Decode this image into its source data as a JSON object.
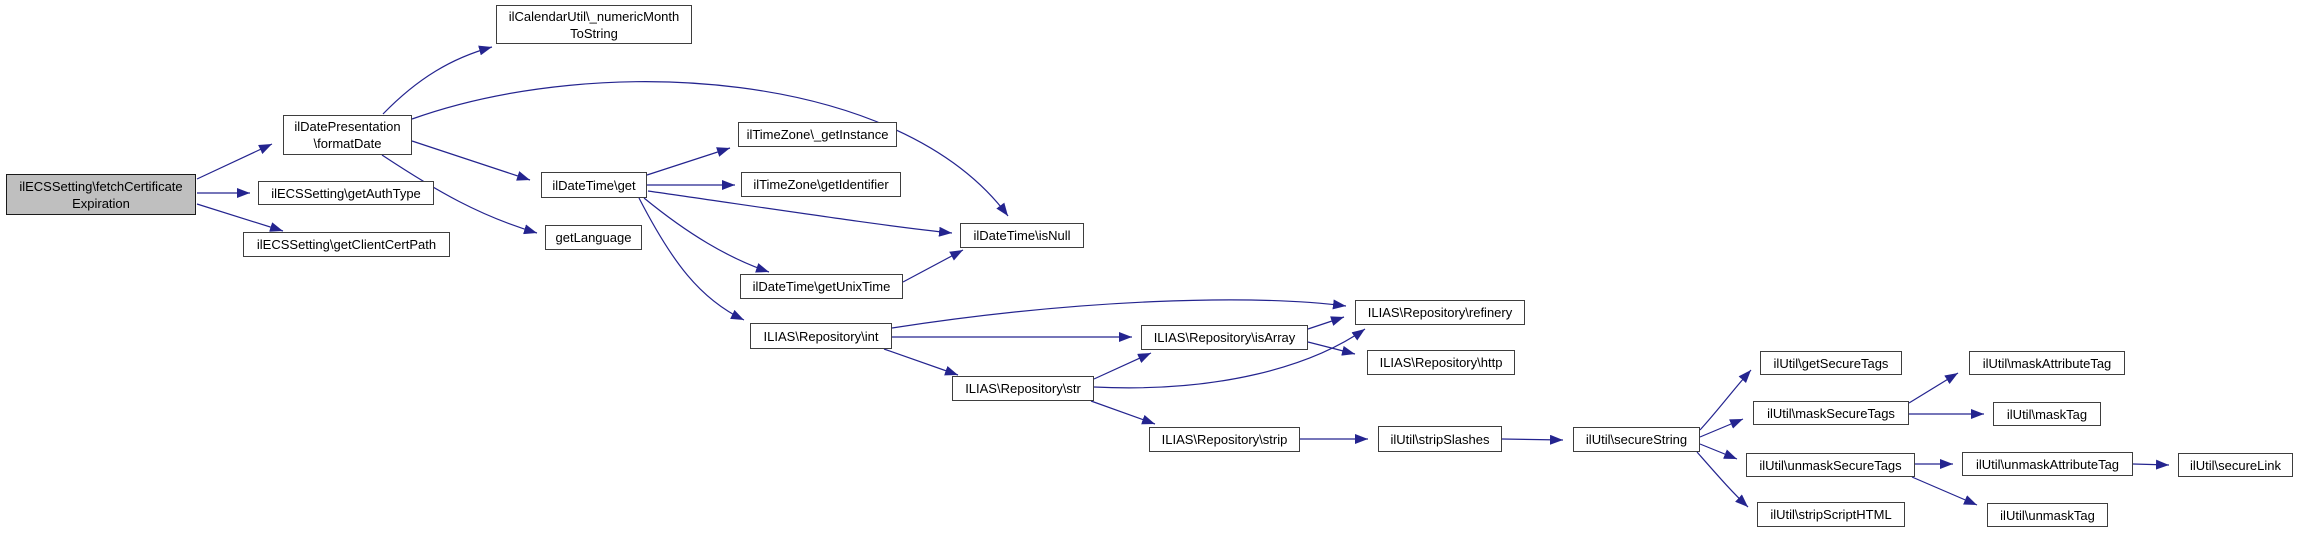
{
  "diagram": {
    "kind": "call-graph",
    "colors": {
      "background": "#ffffff",
      "edge": "#24248f",
      "node_border": "#3e3e3e",
      "node_fill": "#ffffff",
      "highlighted_node_fill": "#bfbfbf",
      "text": "#000000"
    },
    "nodes": {
      "fetchCertificateExpiration": {
        "label": "ilECSSetting\\fetchCertificate\nExpiration",
        "highlighted": true
      },
      "formatDate": {
        "label": "ilDatePresentation\n\\formatDate"
      },
      "numericMonthToString": {
        "label": "ilCalendarUtil\\_numericMonth\nToString"
      },
      "getAuthType": {
        "label": "ilECSSetting\\getAuthType"
      },
      "getClientCertPath": {
        "label": "ilECSSetting\\getClientCertPath"
      },
      "get": {
        "label": "ilDateTime\\get"
      },
      "getLanguage": {
        "label": "getLanguage"
      },
      "getInstance": {
        "label": "ilTimeZone\\_getInstance"
      },
      "getIdentifier": {
        "label": "ilTimeZone\\getIdentifier"
      },
      "isNull": {
        "label": "ilDateTime\\isNull"
      },
      "getUnixTime": {
        "label": "ilDateTime\\getUnixTime"
      },
      "int": {
        "label": "ILIAS\\Repository\\int"
      },
      "str": {
        "label": "ILIAS\\Repository\\str"
      },
      "isArray": {
        "label": "ILIAS\\Repository\\isArray"
      },
      "refinery": {
        "label": "ILIAS\\Repository\\refinery"
      },
      "http": {
        "label": "ILIAS\\Repository\\http"
      },
      "strip": {
        "label": "ILIAS\\Repository\\strip"
      },
      "stripSlashes": {
        "label": "ilUtil\\stripSlashes"
      },
      "secureString": {
        "label": "ilUtil\\secureString"
      },
      "getSecureTags": {
        "label": "ilUtil\\getSecureTags"
      },
      "maskSecureTags": {
        "label": "ilUtil\\maskSecureTags"
      },
      "unmaskSecureTags": {
        "label": "ilUtil\\unmaskSecureTags"
      },
      "stripScriptHTML": {
        "label": "ilUtil\\stripScriptHTML"
      },
      "maskAttributeTag": {
        "label": "ilUtil\\maskAttributeTag"
      },
      "maskTag": {
        "label": "ilUtil\\maskTag"
      },
      "unmaskAttributeTag": {
        "label": "ilUtil\\unmaskAttributeTag"
      },
      "secureLink": {
        "label": "ilUtil\\secureLink"
      },
      "unmaskTag": {
        "label": "ilUtil\\unmaskTag"
      }
    },
    "edges": [
      {
        "from": "fetchCertificateExpiration",
        "to": "formatDate"
      },
      {
        "from": "fetchCertificateExpiration",
        "to": "getAuthType"
      },
      {
        "from": "fetchCertificateExpiration",
        "to": "getClientCertPath"
      },
      {
        "from": "formatDate",
        "to": "numericMonthToString"
      },
      {
        "from": "formatDate",
        "to": "isNull"
      },
      {
        "from": "formatDate",
        "to": "get"
      },
      {
        "from": "formatDate",
        "to": "getLanguage"
      },
      {
        "from": "get",
        "to": "getInstance"
      },
      {
        "from": "get",
        "to": "getIdentifier"
      },
      {
        "from": "get",
        "to": "isNull"
      },
      {
        "from": "get",
        "to": "getUnixTime"
      },
      {
        "from": "get",
        "to": "int"
      },
      {
        "from": "getUnixTime",
        "to": "isNull"
      },
      {
        "from": "int",
        "to": "refinery"
      },
      {
        "from": "int",
        "to": "isArray"
      },
      {
        "from": "int",
        "to": "str"
      },
      {
        "from": "str",
        "to": "isArray"
      },
      {
        "from": "str",
        "to": "refinery"
      },
      {
        "from": "str",
        "to": "strip"
      },
      {
        "from": "isArray",
        "to": "refinery"
      },
      {
        "from": "isArray",
        "to": "http"
      },
      {
        "from": "strip",
        "to": "stripSlashes"
      },
      {
        "from": "stripSlashes",
        "to": "secureString"
      },
      {
        "from": "secureString",
        "to": "getSecureTags"
      },
      {
        "from": "secureString",
        "to": "maskSecureTags"
      },
      {
        "from": "secureString",
        "to": "unmaskSecureTags"
      },
      {
        "from": "secureString",
        "to": "stripScriptHTML"
      },
      {
        "from": "maskSecureTags",
        "to": "maskAttributeTag"
      },
      {
        "from": "maskSecureTags",
        "to": "maskTag"
      },
      {
        "from": "unmaskSecureTags",
        "to": "unmaskAttributeTag"
      },
      {
        "from": "unmaskSecureTags",
        "to": "unmaskTag"
      },
      {
        "from": "unmaskAttributeTag",
        "to": "secureLink"
      }
    ]
  }
}
